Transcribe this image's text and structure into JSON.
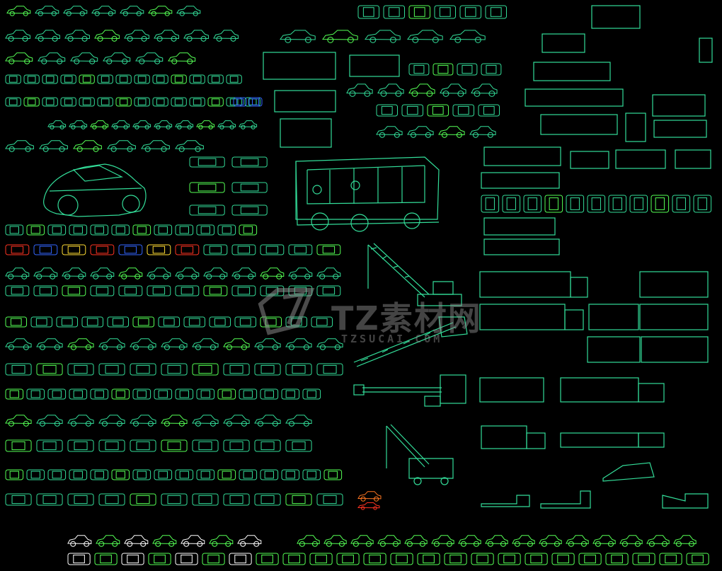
{
  "drawing": {
    "background": "#000000",
    "line_color": "#33dd99",
    "alt_line_color": "#55ff55",
    "highlight_colors": [
      "#ffdd33",
      "#ff3322",
      "#3366ff",
      "#ffffff",
      "#ff7722"
    ]
  },
  "watermark": {
    "logo_name": "watermark-logo",
    "text": "TZ素材网",
    "sub": "TZSUCAI.COM"
  }
}
